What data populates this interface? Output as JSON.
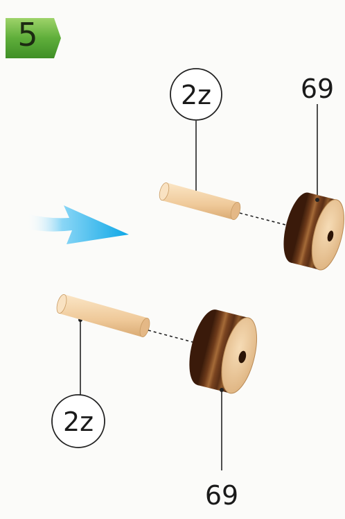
{
  "step": {
    "number": "5"
  },
  "callouts": {
    "top_dowel": "2z",
    "top_wheel": "69",
    "bottom_dowel": "2z",
    "bottom_wheel": "69"
  },
  "colors": {
    "step_badge": "#5fae3a",
    "arrow": "#2cb6ea",
    "dowel": "#f2cfa2",
    "wheel_dark": "#5a2f16",
    "wheel_light": "#9a6232"
  },
  "icons": {
    "direction_arrow": "arrow-right-icon"
  }
}
